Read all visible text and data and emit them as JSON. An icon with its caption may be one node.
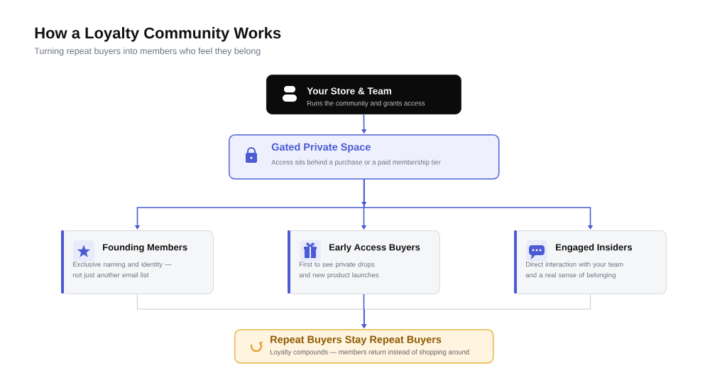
{
  "diagram": {
    "title": "How a Loyalty Community Works",
    "nodes": [
      {
        "text": [
          "Your Store & Team",
          "Runs the community and grants access"
        ]
      },
      {
        "text": [
          "Gated Private Space",
          "Access sits behind a purchase or a paid membership tier"
        ]
      },
      {
        "text": [
          "Founding Members",
          "Exclusive naming and identity — not just another email list"
        ]
      },
      {
        "text": [
          "Early Access Buyers",
          "First to see private drops and new product launches"
        ]
      },
      {
        "text": [
          "Engaged Insiders",
          "Direct interaction with your team and a real sense of belonging"
        ]
      },
      {
        "text": [
          "Repeat Buyers Stay Repeat Buyers",
          "Loyalty compounds — members return instead of shopping around"
        ]
      }
    ],
    "edges": [
      {
        "from": 0,
        "to": 1,
        "arrow": "to"
      },
      {
        "from": 1,
        "to": 2,
        "arrow": "to"
      },
      {
        "from": 1,
        "to": 3,
        "arrow": "to"
      },
      {
        "from": 1,
        "to": 4,
        "arrow": "to"
      },
      {
        "from": 2,
        "to": 5,
        "arrow": "to",
        "color": "#c9ccd6"
      },
      {
        "from": 3,
        "to": 5,
        "arrow": "to"
      },
      {
        "from": 4,
        "to": 5,
        "arrow": "to",
        "color": "#c9ccd6"
      }
    ],
    "labels": [
      "Turning repeat buyers into members who feel they belong"
    ]
  }
}
